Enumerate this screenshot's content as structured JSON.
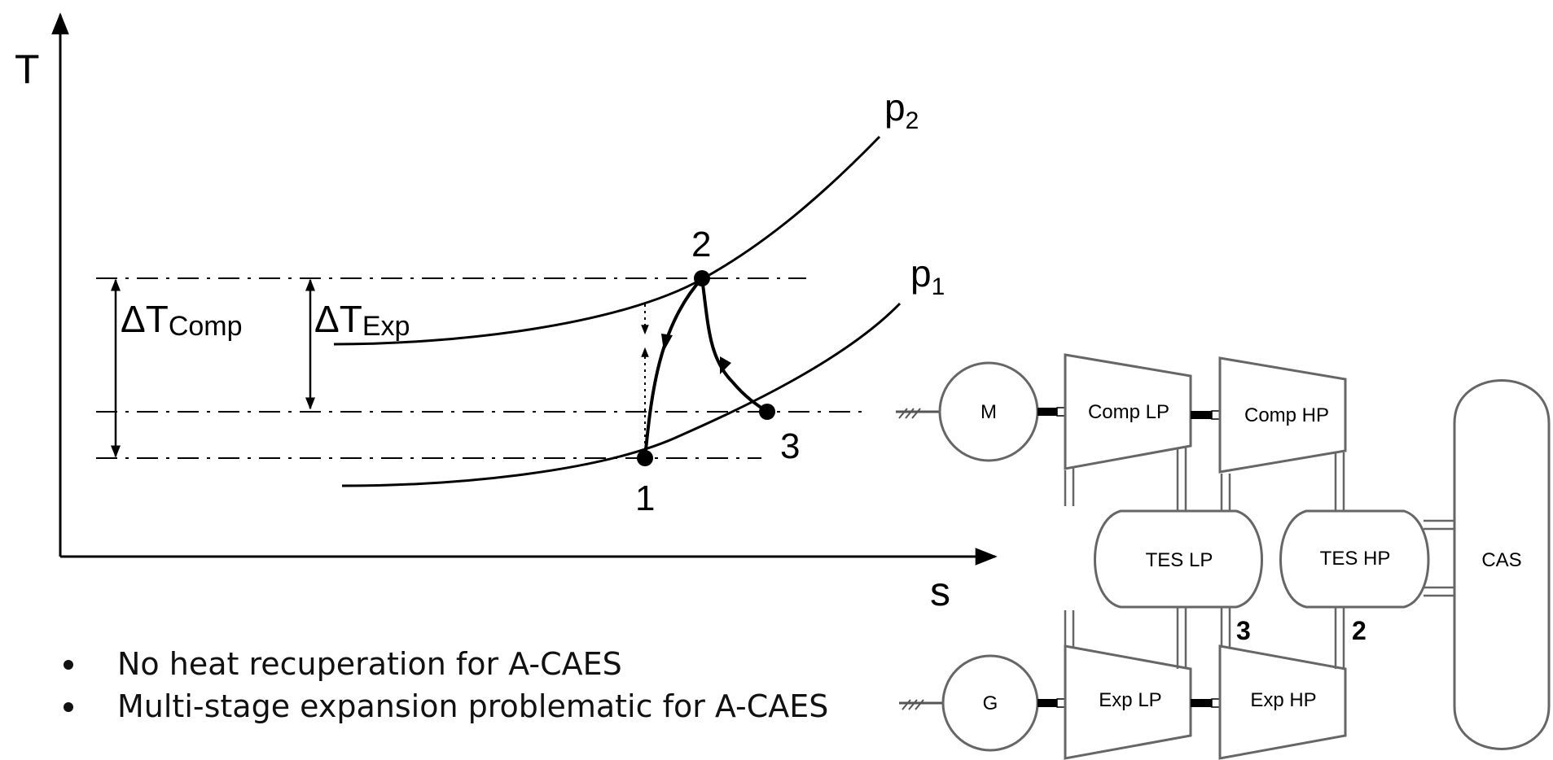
{
  "ts_diagram": {
    "axis_y_label": "T",
    "axis_x_label": "s",
    "isobar_high_label": "p",
    "isobar_high_sub": "2",
    "isobar_low_label": "p",
    "isobar_low_sub": "1",
    "dt_comp_label": "ΔT",
    "dt_comp_sub": "Comp",
    "dt_exp_label": "ΔT",
    "dt_exp_sub": "Exp",
    "point_1": "1",
    "point_2": "2",
    "point_3": "3"
  },
  "plant": {
    "motor": "M",
    "generator": "G",
    "comp_lp": "Comp LP",
    "comp_hp": "Comp HP",
    "tes_lp": "TES LP",
    "tes_hp": "TES HP",
    "exp_lp": "Exp LP",
    "exp_hp": "Exp HP",
    "cas": "CAS",
    "state_3": "3",
    "state_2": "2"
  },
  "bullets": [
    "No heat recuperation for A-CAES",
    "Multi-stage expansion problematic for A-CAES"
  ],
  "colors": {
    "ink": "#000000",
    "component_stroke": "#666666"
  }
}
